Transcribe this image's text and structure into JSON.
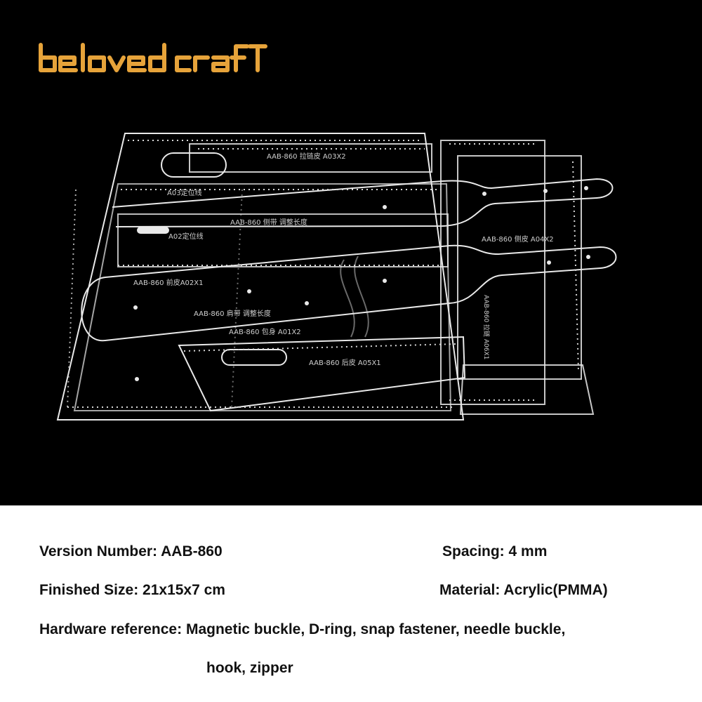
{
  "brand": {
    "name": "beloved craft",
    "color": "#e6a33a"
  },
  "photo": {
    "background": "#000000",
    "template_color": "#e9e9e9",
    "piece_labels": [
      "AAB-860 拉链皮 A03X2",
      "A03定位线",
      "AAB-860 侧带 调整长度",
      "A02定位线",
      "AAB-860 前皮A02X1",
      "AAB-860 肩带 调整长度",
      "AAB-860 包身 A01X2",
      "AAB-860 侧皮 A04X2",
      "AAB-860 后皮 A05X1",
      "AAB-860 拉链 A06X1"
    ]
  },
  "specs": {
    "version": {
      "label": "Version Number:",
      "value": "AAB-860"
    },
    "spacing": {
      "label": "Spacing:",
      "value": "4 mm"
    },
    "size": {
      "label": "Finished Size:",
      "value": "21x15x7 cm"
    },
    "material": {
      "label": "Material:",
      "value": "Acrylic(PMMA)"
    },
    "hardware": {
      "label": "Hardware reference:",
      "value": "Magnetic buckle, D-ring, snap fastener, needle buckle,"
    },
    "hardware_cont": "hook, zipper"
  }
}
